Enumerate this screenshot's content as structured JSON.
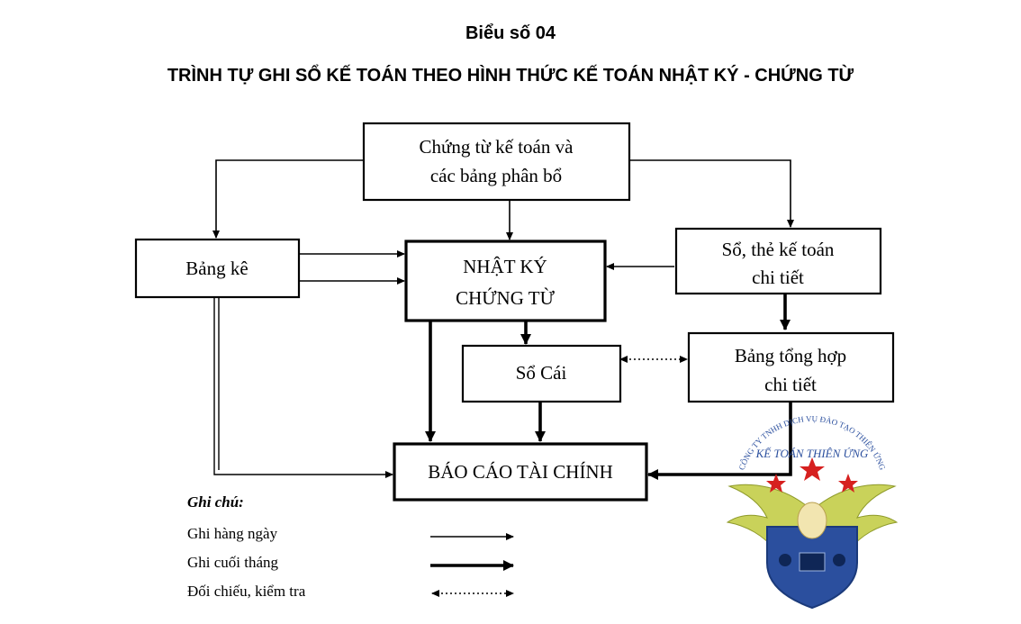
{
  "title": "Biểu số 04",
  "subtitle": "TRÌNH TỰ GHI SỔ KẾ TOÁN THEO HÌNH THỨC KẾ TOÁN NHẬT KÝ - CHỨNG TỪ",
  "boxes": {
    "chung_tu": [
      "Chứng từ kế toán và",
      "các bảng phân bổ"
    ],
    "bang_ke": [
      "Bảng kê"
    ],
    "nhat_ky": [
      "NHẬT KÝ",
      "CHỨNG TỪ"
    ],
    "so_the": [
      "Sổ, thẻ kế toán",
      "chi tiết"
    ],
    "so_cai": [
      "Sổ Cái"
    ],
    "bang_tong_hop": [
      "Bảng tổng hợp",
      "chi tiết"
    ],
    "bao_cao": [
      "BÁO CÁO TÀI CHÍNH"
    ]
  },
  "legend": {
    "title": "Ghi chú:",
    "daily": "Ghi hàng ngày",
    "month_end": "Ghi cuối tháng",
    "reconcile": "Đối chiếu, kiểm tra"
  },
  "logo": {
    "arc_text": "CÔNG TY TNHH DỊCH VỤ ĐÀO TẠO THIÊN ỨNG",
    "name": "KẾ TOÁN THIÊN ỨNG",
    "colors": {
      "shield": "#2b4f9e",
      "star": "#d6201f",
      "wing": "#c9d25a"
    }
  }
}
